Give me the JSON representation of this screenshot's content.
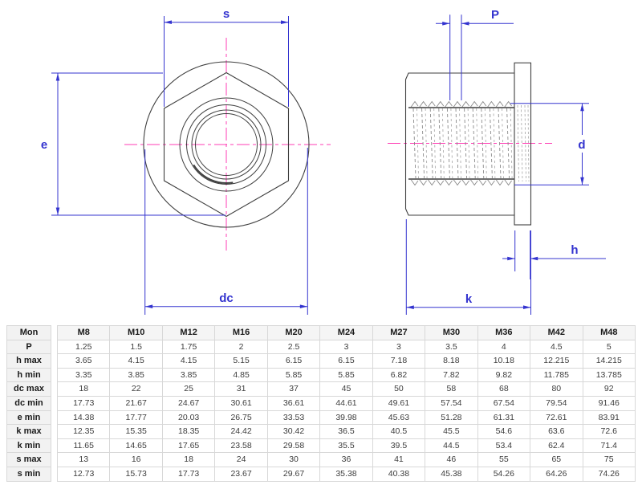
{
  "drawing": {
    "colors": {
      "line": "#3f3f3f",
      "dimension": "#3434cf",
      "centerline": "#ff3eb5",
      "thread": "#8a8a8a"
    },
    "front_view": {
      "dim_s": "s",
      "dim_e": "e",
      "dim_dc": "dc"
    },
    "side_view": {
      "dim_p": "P",
      "dim_d": "d",
      "dim_h": "h",
      "dim_k": "k"
    }
  },
  "table": {
    "header": [
      "Mon",
      "M8",
      "M10",
      "M12",
      "M16",
      "M20",
      "M24",
      "M27",
      "M30",
      "M36",
      "M42",
      "M48"
    ],
    "rows": [
      {
        "label": "P",
        "values": [
          "1.25",
          "1.5",
          "1.75",
          "2",
          "2.5",
          "3",
          "3",
          "3.5",
          "4",
          "4.5",
          "5"
        ]
      },
      {
        "label": "h max",
        "values": [
          "3.65",
          "4.15",
          "4.15",
          "5.15",
          "6.15",
          "6.15",
          "7.18",
          "8.18",
          "10.18",
          "12.215",
          "14.215"
        ]
      },
      {
        "label": "h min",
        "values": [
          "3.35",
          "3.85",
          "3.85",
          "4.85",
          "5.85",
          "5.85",
          "6.82",
          "7.82",
          "9.82",
          "11.785",
          "13.785"
        ]
      },
      {
        "label": "dc max",
        "values": [
          "18",
          "22",
          "25",
          "31",
          "37",
          "45",
          "50",
          "58",
          "68",
          "80",
          "92"
        ]
      },
      {
        "label": "dc min",
        "values": [
          "17.73",
          "21.67",
          "24.67",
          "30.61",
          "36.61",
          "44.61",
          "49.61",
          "57.54",
          "67.54",
          "79.54",
          "91.46"
        ]
      },
      {
        "label": "e min",
        "values": [
          "14.38",
          "17.77",
          "20.03",
          "26.75",
          "33.53",
          "39.98",
          "45.63",
          "51.28",
          "61.31",
          "72.61",
          "83.91"
        ]
      },
      {
        "label": "k max",
        "values": [
          "12.35",
          "15.35",
          "18.35",
          "24.42",
          "30.42",
          "36.5",
          "40.5",
          "45.5",
          "54.6",
          "63.6",
          "72.6"
        ]
      },
      {
        "label": "k min",
        "values": [
          "11.65",
          "14.65",
          "17.65",
          "23.58",
          "29.58",
          "35.5",
          "39.5",
          "44.5",
          "53.4",
          "62.4",
          "71.4"
        ]
      },
      {
        "label": "s max",
        "values": [
          "13",
          "16",
          "18",
          "24",
          "30",
          "36",
          "41",
          "46",
          "55",
          "65",
          "75"
        ]
      },
      {
        "label": "s min",
        "values": [
          "12.73",
          "15.73",
          "17.73",
          "23.67",
          "29.67",
          "35.38",
          "40.38",
          "45.38",
          "54.26",
          "64.26",
          "74.26"
        ]
      }
    ]
  }
}
